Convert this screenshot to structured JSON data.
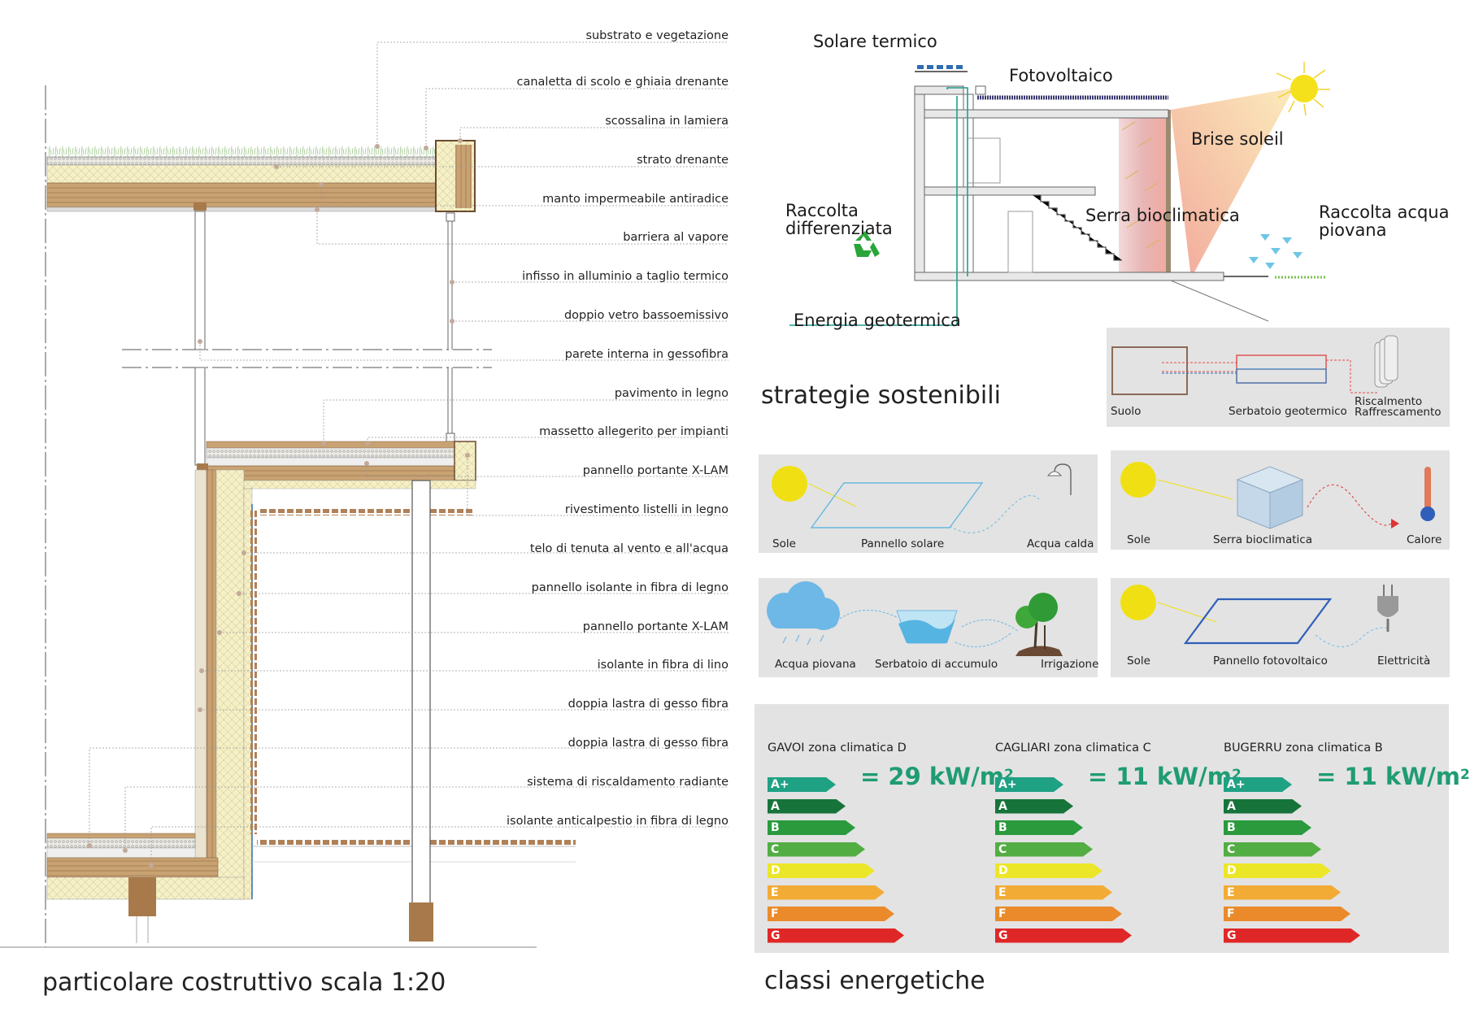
{
  "layers": [
    "substrato e vegetazione",
    "canaletta di scolo e ghiaia drenante",
    "scossalina in lamiera",
    "strato drenante",
    "manto impermeabile antiradice",
    "barriera al vapore",
    "infisso in alluminio a taglio termico",
    "doppio vetro bassoemissivo",
    "parete interna in gessofibra",
    "pavimento in legno",
    "massetto allegerito per impianti",
    "pannello portante X-LAM",
    "rivestimento listelli in legno",
    "telo  di tenuta al vento e all'acqua",
    "pannello isolante in fibra di legno",
    "pannello portante X-LAM",
    "isolante in fibra di lino",
    "doppia lastra di gesso fibra",
    "doppia lastra di gesso fibra",
    "sistema di riscaldamento radiante",
    "isolante anticalpestio in fibra di legno"
  ],
  "titles": {
    "detail": "particolare costruttivo scala 1:20",
    "strategies": "strategie sostenibili",
    "classes": "classi energetiche"
  },
  "section": {
    "solare_termico": "Solare termico",
    "fotovoltaico": "Fotovoltaico",
    "brise_soleil": "Brise soleil",
    "serra": "Serra bioclimatica",
    "raccolta_diff_1": "Raccolta",
    "raccolta_diff_2": "differenziata",
    "acqua_1": "Raccolta acqua",
    "acqua_2": "piovana",
    "geotermica": "Energia geotermica"
  },
  "geo_panel": {
    "suolo": "Suolo",
    "serbatoio": "Serbatoio geotermico",
    "riscaldamento_1": "Riscalmento",
    "riscaldamento_2": "Raffrescamento"
  },
  "panel_solar": {
    "sole": "Sole",
    "pannello": "Pannello solare",
    "acqua": "Acqua calda"
  },
  "panel_serra": {
    "sole": "Sole",
    "serra": "Serra bioclimatica",
    "calore": "Calore"
  },
  "panel_water": {
    "acqua": "Acqua piovana",
    "serbatoio": "Serbatoio di accumulo",
    "irrigazione": "Irrigazione"
  },
  "panel_pv": {
    "sole": "Sole",
    "pannello": "Pannello fotovoltaico",
    "elettricita": "Elettricità"
  },
  "energy": {
    "classes": [
      "A+",
      "A",
      "B",
      "C",
      "D",
      "E",
      "F",
      "G"
    ],
    "class_colors": [
      "#1fa184",
      "#16743a",
      "#2a9a3d",
      "#52ad43",
      "#ece629",
      "#f2ab35",
      "#ea8a2a",
      "#e02727"
    ],
    "cities": [
      {
        "name": "GAVOI zona climatica D",
        "value": "= 29 kW/m",
        "exp": "2"
      },
      {
        "name": "CAGLIARI zona climatica C",
        "value": "= 11 kW/m",
        "exp": "2"
      },
      {
        "name": "BUGERRU zona climatica B",
        "value": "= 11 kW/m",
        "exp": "2"
      }
    ]
  }
}
